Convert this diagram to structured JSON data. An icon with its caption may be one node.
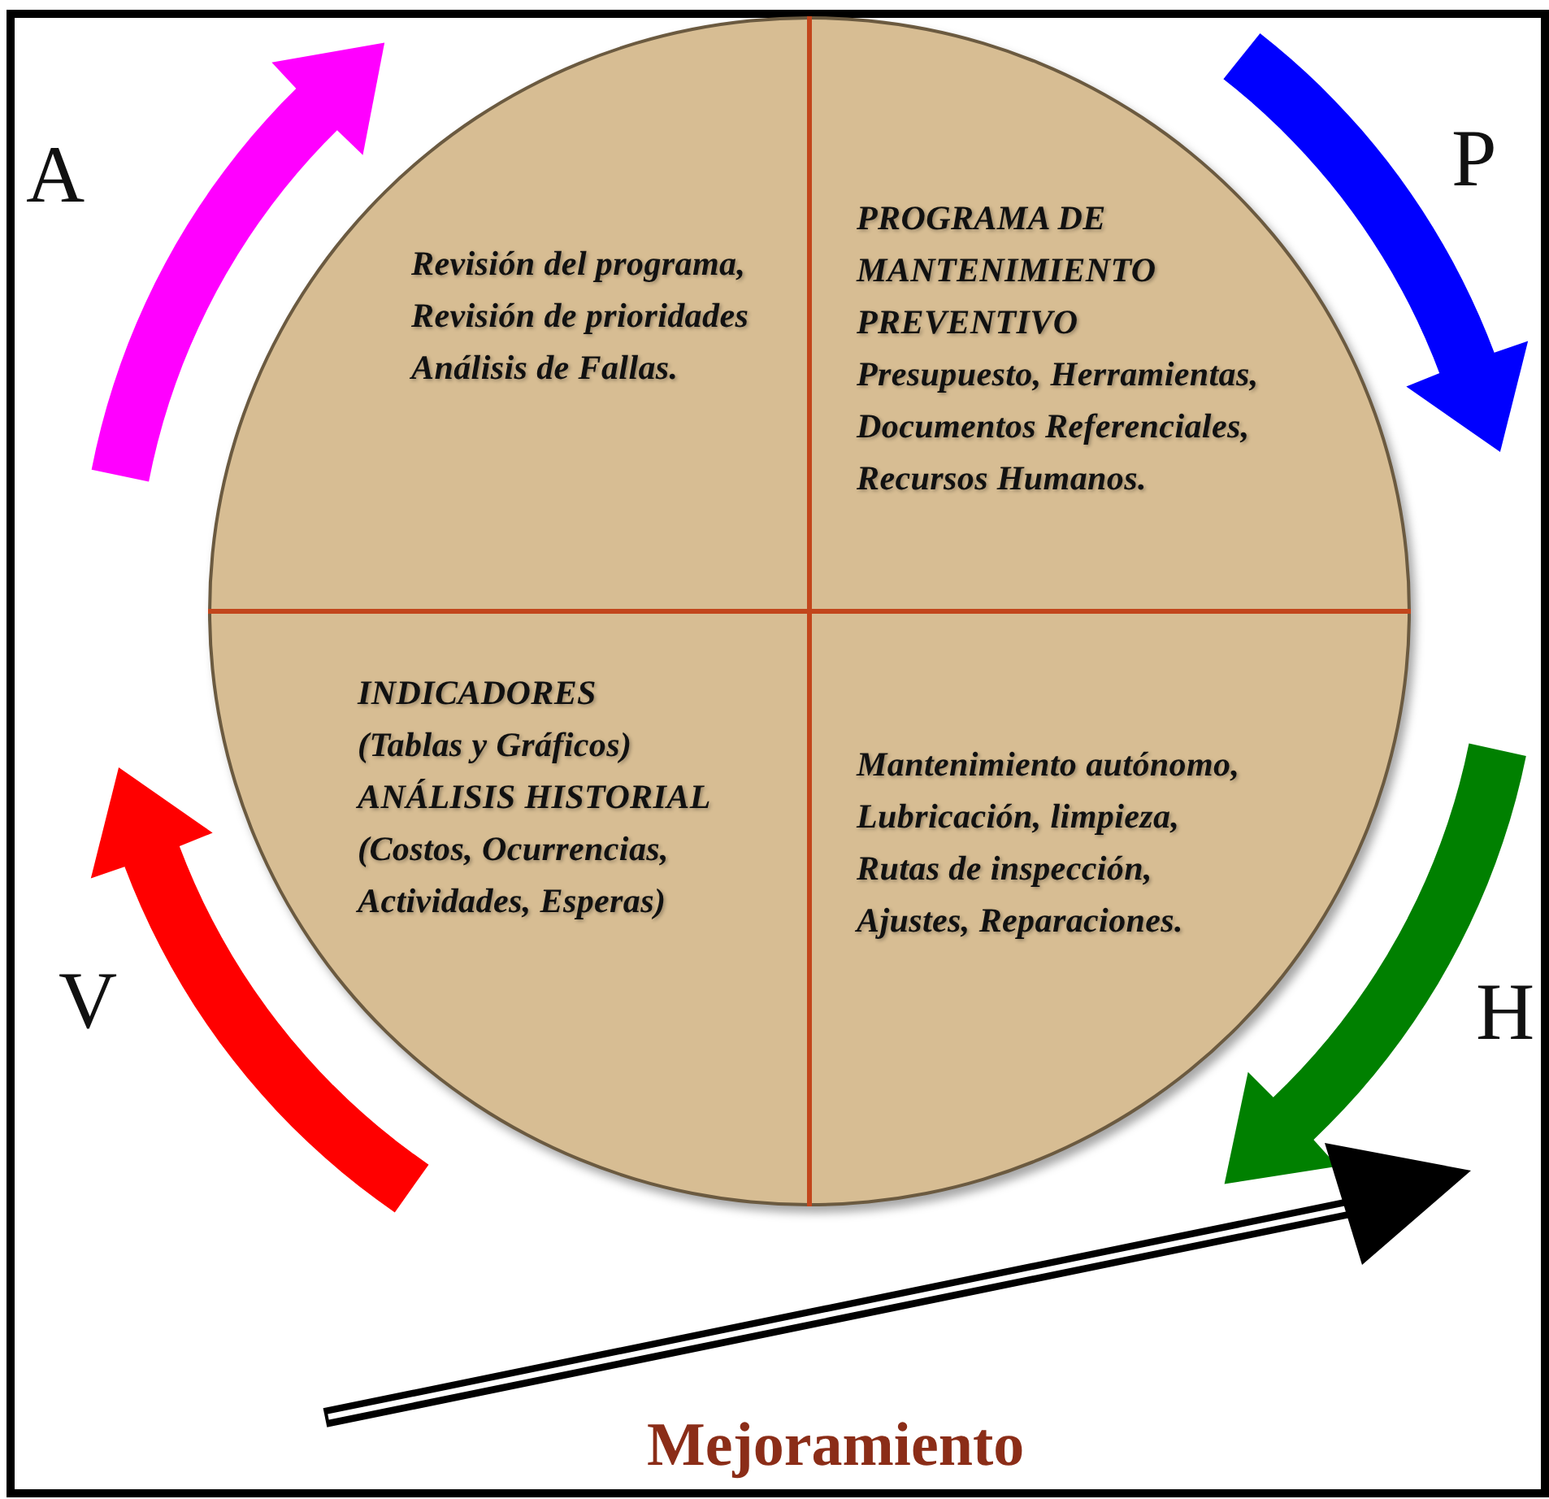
{
  "diagram": {
    "nodes": [
      {
        "text": [],
        "shape": "circle"
      },
      {
        "text": [
          "Revisión del programa, Revisión de prioridades Análisis de Fallas."
        ],
        "in": 0
      },
      {
        "text": [
          "PROGRAMA DE MANTENIMIENTO PREVENTIVO",
          "Presupuesto, Herramientas, Documentos Referenciales, Recursos Humanos."
        ],
        "in": 0
      },
      {
        "text": [
          "INDICADORES",
          "(Tablas y Gráficos)",
          "ANÁLISIS HISTORIAL",
          "(Costos, Ocurrencias, Actividades, Esperas)"
        ],
        "in": 0
      },
      {
        "text": [
          "Mantenimiento autónomo, Lubricación, limpieza, Rutas de inspección, Ajustes, Reparaciones."
        ],
        "in": 0
      }
    ],
    "labels": [
      "A",
      "P",
      "V",
      "H",
      "Mejoramiento"
    ]
  }
}
